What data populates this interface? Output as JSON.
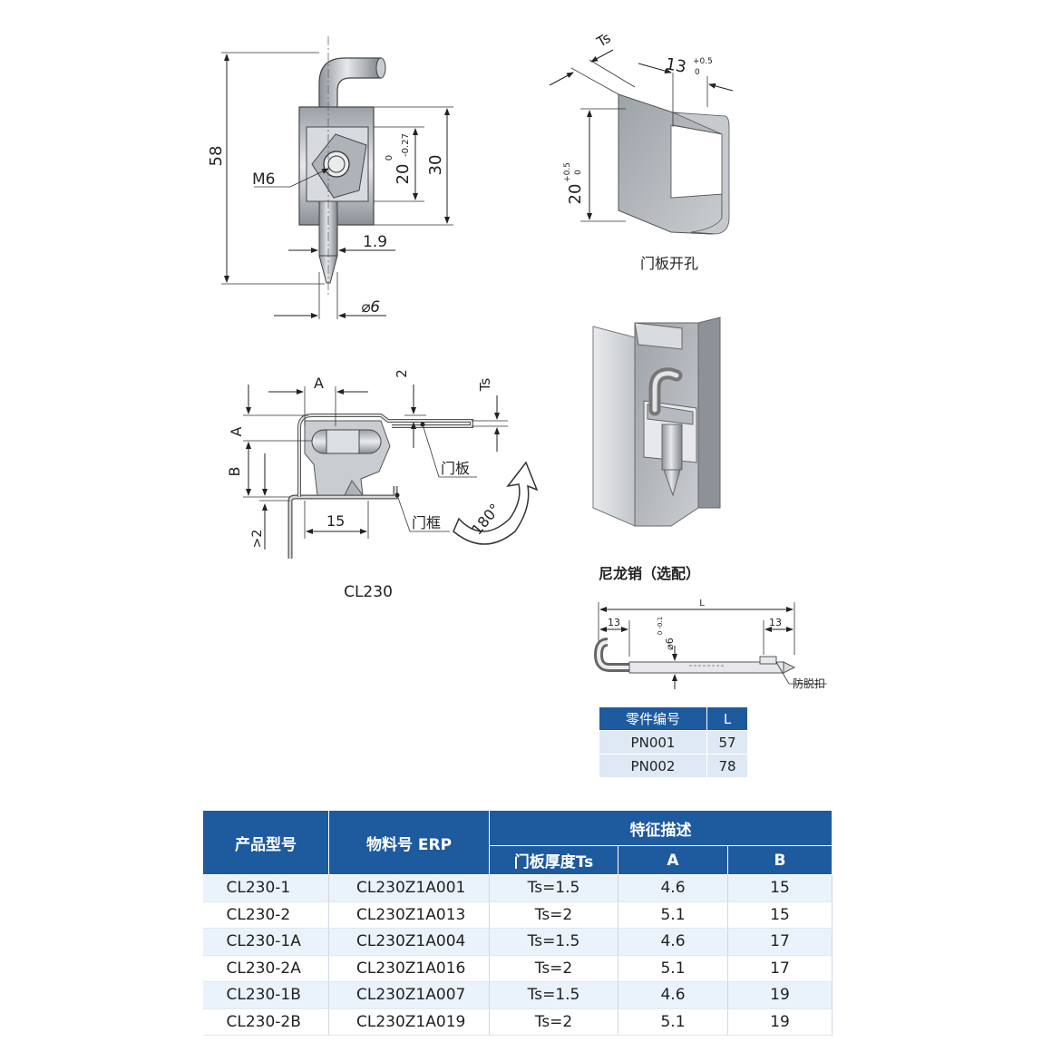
{
  "drawing": {
    "main_view": {
      "dim_height": "58",
      "dim_thread": "M6",
      "dim_20_tol_top": "0",
      "dim_20_tol_bottom": "-0.27",
      "dim_20": "20",
      "dim_30": "30",
      "dim_1_9": "1.9",
      "dim_diameter": "⌀6"
    },
    "door_cutout": {
      "label": "门板开孔",
      "dim_ts": "Ts",
      "dim_13": "13",
      "dim_13_tol_top": "+0.5",
      "dim_13_tol_bottom": "0",
      "dim_20": "20",
      "dim_20_tol_top": "+0.5",
      "dim_20_tol_bottom": "0"
    },
    "section_view": {
      "model_label": "CL230",
      "dim_a_top": "A",
      "dim_a_side": "A",
      "dim_b": "B",
      "dim_2": "2",
      "dim_ts": "Ts",
      "dim_15": "15",
      "dim_gt2": ">2",
      "door_panel_label": "门板",
      "door_frame_label": "门框",
      "rotation_label": "180°"
    },
    "nylon_pin": {
      "title": "尼龙销（选配）",
      "dim_l": "L",
      "dim_13_left": "13",
      "dim_13_right": "13",
      "dim_dia": "⌀6",
      "dim_dia_tol": "0 -0.1",
      "anti_drop_label": "防脱扣"
    }
  },
  "pin_table": {
    "headers": [
      "零件编号",
      "L"
    ],
    "rows": [
      [
        "PN001",
        "57"
      ],
      [
        "PN002",
        "78"
      ]
    ]
  },
  "spec_table": {
    "header_model": "产品型号",
    "header_erp": "物料号 ERP",
    "header_features": "特征描述",
    "header_ts": "门板厚度Ts",
    "header_a": "A",
    "header_b": "B",
    "rows": [
      [
        "CL230-1",
        "CL230Z1A001",
        "Ts=1.5",
        "4.6",
        "15"
      ],
      [
        "CL230-2",
        "CL230Z1A013",
        "Ts=2",
        "5.1",
        "15"
      ],
      [
        "CL230-1A",
        "CL230Z1A004",
        "Ts=1.5",
        "4.6",
        "17"
      ],
      [
        "CL230-2A",
        "CL230Z1A016",
        "Ts=2",
        "5.1",
        "17"
      ],
      [
        "CL230-1B",
        "CL230Z1A007",
        "Ts=1.5",
        "4.6",
        "19"
      ],
      [
        "CL230-2B",
        "CL230Z1A019",
        "Ts=2",
        "5.1",
        "19"
      ]
    ]
  },
  "colors": {
    "header_blue": "#1e5a9e",
    "row_tint": "#eaf2fb",
    "metal_gray": "#b8bcc2"
  }
}
